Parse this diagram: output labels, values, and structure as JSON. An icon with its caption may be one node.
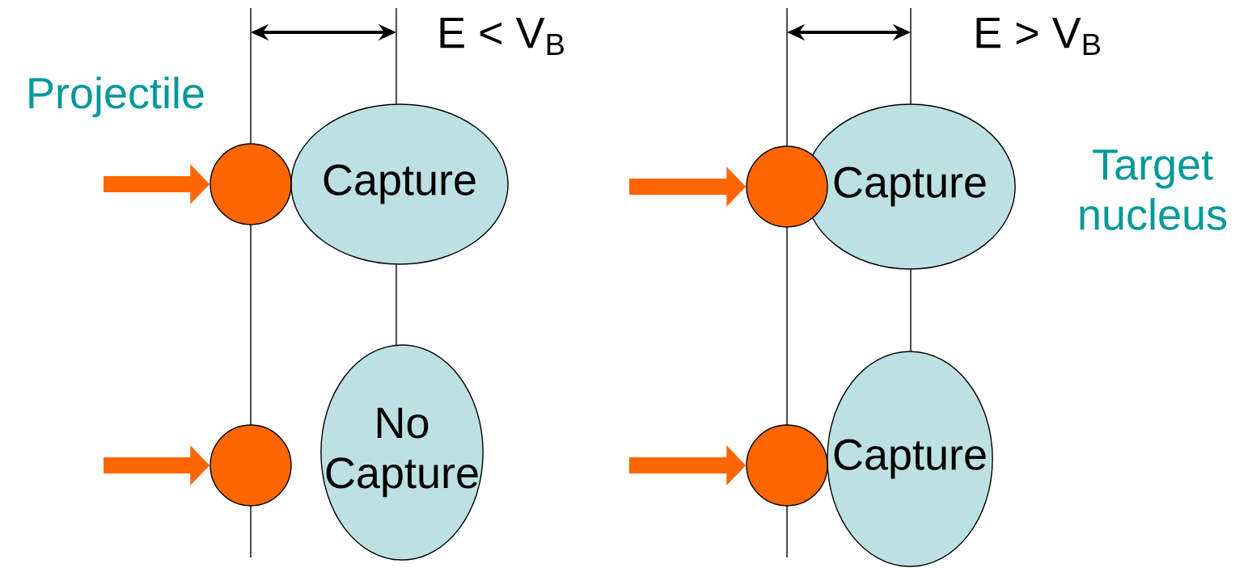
{
  "diagram": {
    "nodes": [
      {
        "text": [],
        "shape": "circle"
      },
      {
        "text": [
          "Capture"
        ]
      },
      {
        "text": [],
        "shape": "circle"
      },
      {
        "text": [
          "No Capture"
        ]
      },
      {
        "text": [],
        "shape": "circle"
      },
      {
        "text": [
          "Capture"
        ]
      },
      {
        "text": [],
        "shape": "circle"
      },
      {
        "text": [
          "Capture"
        ]
      }
    ],
    "edges": [
      {
        "from": null,
        "to": 0,
        "arrow": "to"
      },
      {
        "from": null,
        "to": 2,
        "arrow": "to"
      },
      {
        "from": null,
        "to": 4,
        "arrow": "to"
      },
      {
        "from": null,
        "to": 6,
        "arrow": "to"
      }
    ],
    "labels": [
      "E < V$_{B}$",
      "E > V$_{B}$",
      "Projectile",
      "Target nucleus"
    ]
  }
}
